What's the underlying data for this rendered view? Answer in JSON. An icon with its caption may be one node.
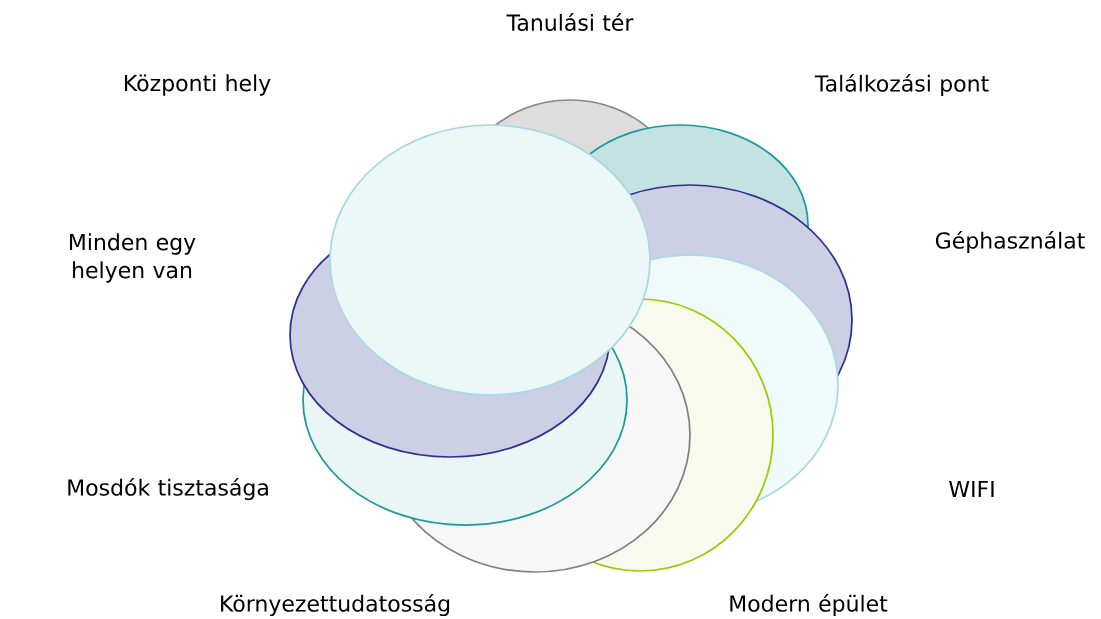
{
  "diagram": {
    "labels": [
      "Tanulási tér",
      "Központi hely",
      "Találkozási pont",
      "Géphasználat",
      "Minden egy helyen van",
      "WIFI",
      "Mosdók tisztasága",
      "Környezettudatosság",
      "Modern épület"
    ]
  }
}
